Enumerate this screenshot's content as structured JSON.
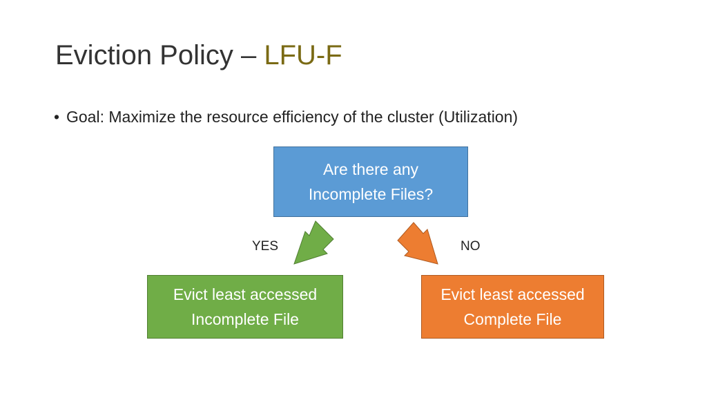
{
  "slide": {
    "title_main": "Eviction Policy – ",
    "title_accent": "LFU-F",
    "bullet_marker": "•",
    "bullet_text": "Goal: Maximize the resource efficiency of the cluster (Utilization)"
  },
  "flowchart": {
    "question": {
      "line1": "Are there any",
      "line2": "Incomplete Files?"
    },
    "yes_label": "YES",
    "no_label": "NO",
    "yes_action": {
      "line1": "Evict least accessed",
      "line2": "Incomplete File"
    },
    "no_action": {
      "line1": "Evict least accessed",
      "line2": "Complete File"
    }
  },
  "colors": {
    "title_accent": "#7a6a14",
    "question_box": "#5b9bd5",
    "yes_box": "#70ad47",
    "no_box": "#ed7d31"
  }
}
